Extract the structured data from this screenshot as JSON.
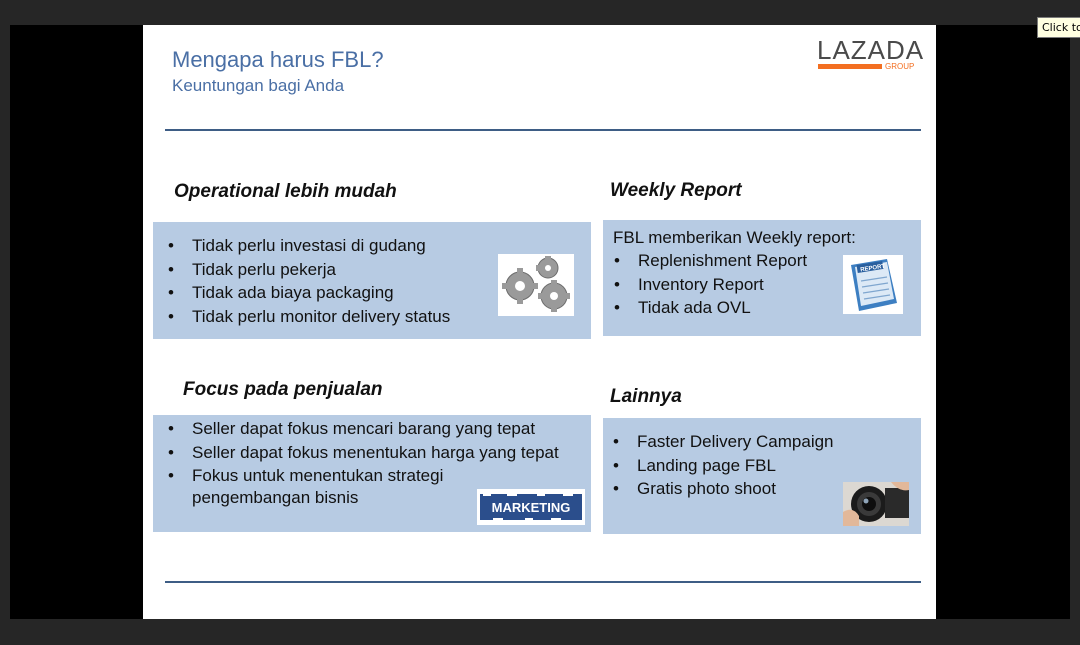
{
  "viewer": {
    "tooltip": "Click to s"
  },
  "slide": {
    "title": "Mengapa harus FBL?",
    "subtitle": "Keuntungan bagi Anda",
    "logo": {
      "text": "LAZADA",
      "sub": "GROUP",
      "accent": "#f36f21"
    },
    "sections": {
      "operational": {
        "heading": "Operational lebih mudah",
        "items": [
          "Tidak perlu investasi di gudang",
          "Tidak perlu pekerja",
          "Tidak ada biaya packaging",
          "Tidak perlu monitor delivery status"
        ],
        "image_icon": "gears-icon"
      },
      "weekly": {
        "heading": "Weekly Report",
        "intro": "FBL memberikan Weekly report:",
        "items": [
          "Replenishment Report",
          "Inventory Report",
          "Tidak ada OVL"
        ],
        "image_icon": "report-icon",
        "image_label": "REPORT"
      },
      "focus": {
        "heading": "Focus pada penjualan",
        "items": [
          "Seller dapat fokus mencari barang yang tepat",
          "Seller dapat fokus menentukan harga yang tepat",
          "Fokus untuk menentukan strategi"
        ],
        "continuation": "pengembangan bisnis",
        "image_icon": "marketing-icon",
        "image_label": "MARKETING"
      },
      "others": {
        "heading": "Lainnya",
        "items": [
          "Faster Delivery Campaign",
          "Landing page FBL",
          "Gratis photo shoot"
        ],
        "image_icon": "camera-icon"
      }
    },
    "colors": {
      "title": "#4a6fa5",
      "box": "#b7cbe3",
      "rule": "#3e5d85"
    }
  }
}
